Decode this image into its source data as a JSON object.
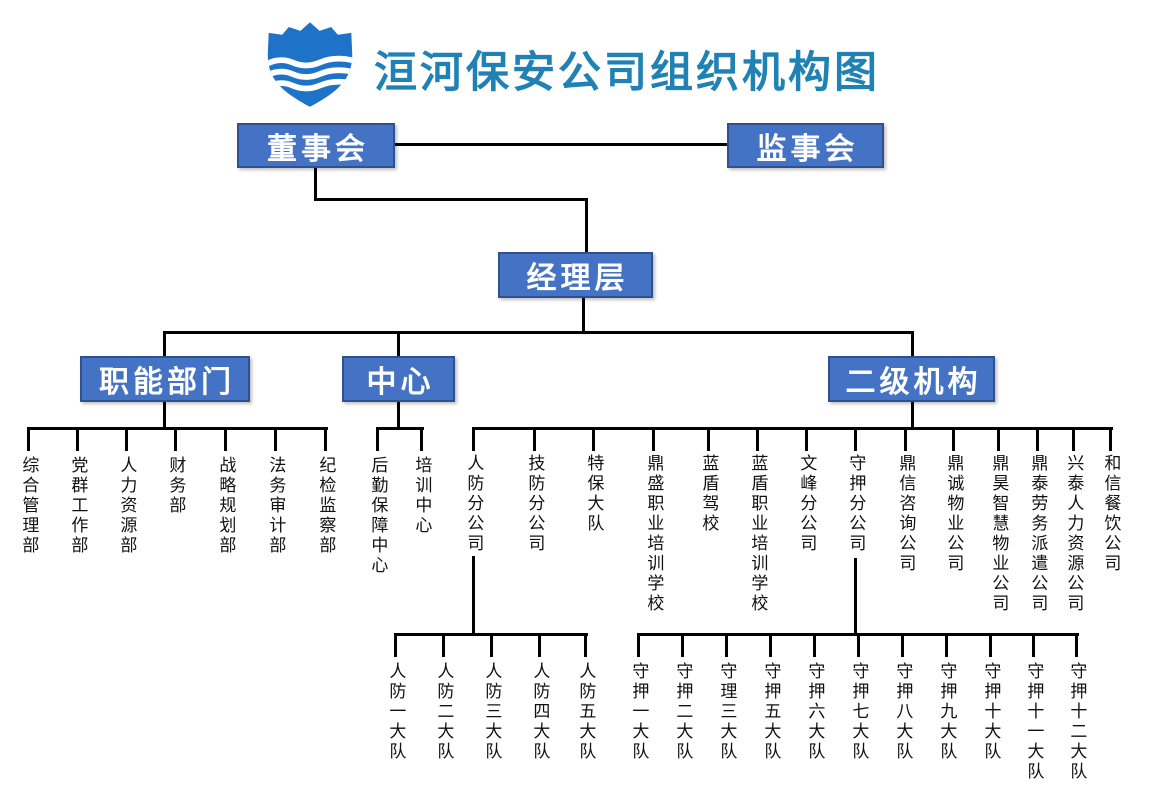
{
  "title": "洹河保安公司组织机构图",
  "logo": {
    "icon": "shield-waves-logo",
    "primary_color": "#1E73C8",
    "wave_color": "#FFFFFF"
  },
  "colors": {
    "title_text": "#1F81B4",
    "box_fill": "#4472C4",
    "box_border": "#2F528F",
    "box_text": "#FFFFFF",
    "connector": "#000000",
    "leaf_text": "#111111"
  },
  "nodes": {
    "board": "董事会",
    "supervisory": "监事会",
    "management": "经理层",
    "functional": "职能部门",
    "centers": "中心",
    "secondary": "二级机构"
  },
  "functional_departments": [
    "综合管理部",
    "党群工作部",
    "人力资源部",
    "财务部",
    "战略规划部",
    "法务审计部",
    "纪检监察部"
  ],
  "centers_list": [
    "后勤保障中心",
    "培训中心"
  ],
  "secondary_orgs": [
    "人防分公司",
    "技防分公司",
    "特保大队",
    "鼎盛职业培训学校",
    "蓝盾驾校",
    "蓝盾职业培训学校",
    "文峰分公司",
    "守押分公司",
    "鼎信咨询公司",
    "鼎诚物业公司",
    "鼎昊智慧物业公司",
    "鼎泰劳务派遣公司",
    "兴泰人力资源公司",
    "和信餐饮公司"
  ],
  "renfang_teams": [
    "人防一大队",
    "人防二大队",
    "人防三大队",
    "人防四大队",
    "人防五大队"
  ],
  "shouya_teams": [
    "守押一大队",
    "守押二大队",
    "守理三大队",
    "守押五大队",
    "守押六大队",
    "守押七大队",
    "守押八大队",
    "守押九大队",
    "守押十大队",
    "守押十一大队",
    "守押十二大队"
  ]
}
